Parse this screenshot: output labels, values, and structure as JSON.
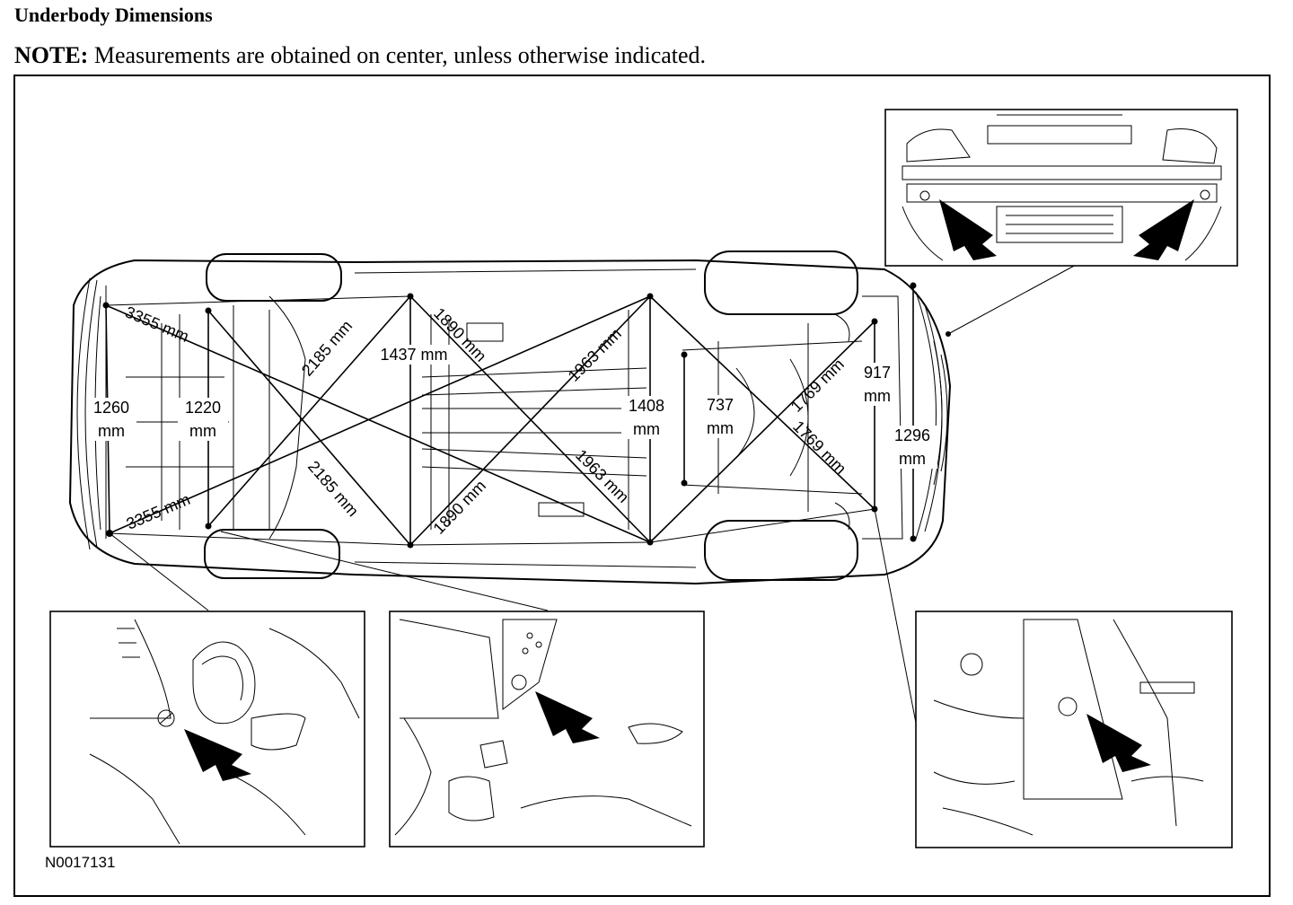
{
  "header": {
    "title": "Underbody Dimensions",
    "note_label": "NOTE:",
    "note_text": "Measurements are obtained on center, unless otherwise indicated."
  },
  "dimensions": {
    "d3355_top": "3355 mm",
    "d3355_bottom": "3355 mm",
    "d2185_top": "2185 mm",
    "d2185_bottom": "2185 mm",
    "d1890_top": "1890 mm",
    "d1890_bottom": "1890 mm",
    "d1963_top": "1963 mm",
    "d1963_bottom": "1963 mm",
    "d1769_top": "1769 mm",
    "d1769_bottom": "1769 mm",
    "d1437": "1437 mm",
    "d1260_val": "1260",
    "d1260_unit": "mm",
    "d1220_val": "1220",
    "d1220_unit": "mm",
    "d1408_val": "1408",
    "d1408_unit": "mm",
    "d737_val": "737",
    "d737_unit": "mm",
    "d917_val": "917",
    "d917_unit": "mm",
    "d1296_val": "1296",
    "d1296_unit": "mm"
  },
  "figure_id": "N0017131"
}
